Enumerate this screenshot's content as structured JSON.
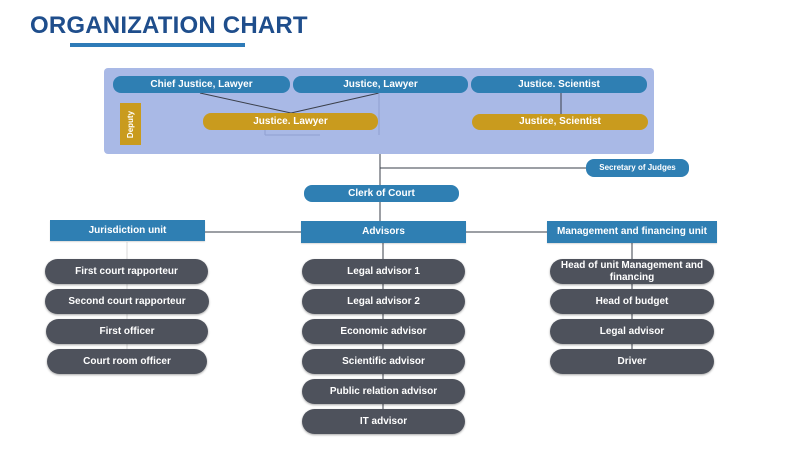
{
  "title": "ORGANIZATION CHART",
  "colors": {
    "title": "#1f4e8c",
    "board_background": "#a9b9e6",
    "blue_node": "#2f7fb3",
    "gold_node": "#c99b1e",
    "gray_node": "#4e525c",
    "connector": "#3a3f4a"
  },
  "judges": {
    "deputy_label": "Deputy",
    "top_row": [
      "Chief Justice, Lawyer",
      "Justice, Lawyer",
      "Justice. Scientist"
    ],
    "deputies": [
      "Justice. Lawyer",
      "Justice, Scientist"
    ]
  },
  "secretary": "Secretary of Judges",
  "clerk": "Clerk of Court",
  "units": [
    {
      "name": "Jurisdiction unit",
      "members": [
        "First court rapporteur",
        "Second court rapporteur",
        "First officer",
        "Court room officer"
      ]
    },
    {
      "name": "Advisors",
      "members": [
        "Legal advisor 1",
        "Legal advisor 2",
        "Economic advisor",
        "Scientific advisor",
        "Public relation  advisor",
        "IT advisor"
      ]
    },
    {
      "name": "Management and financing unit",
      "members": [
        "Head of unit Management and financing",
        "Head of budget",
        "Legal advisor",
        "Driver"
      ]
    }
  ]
}
